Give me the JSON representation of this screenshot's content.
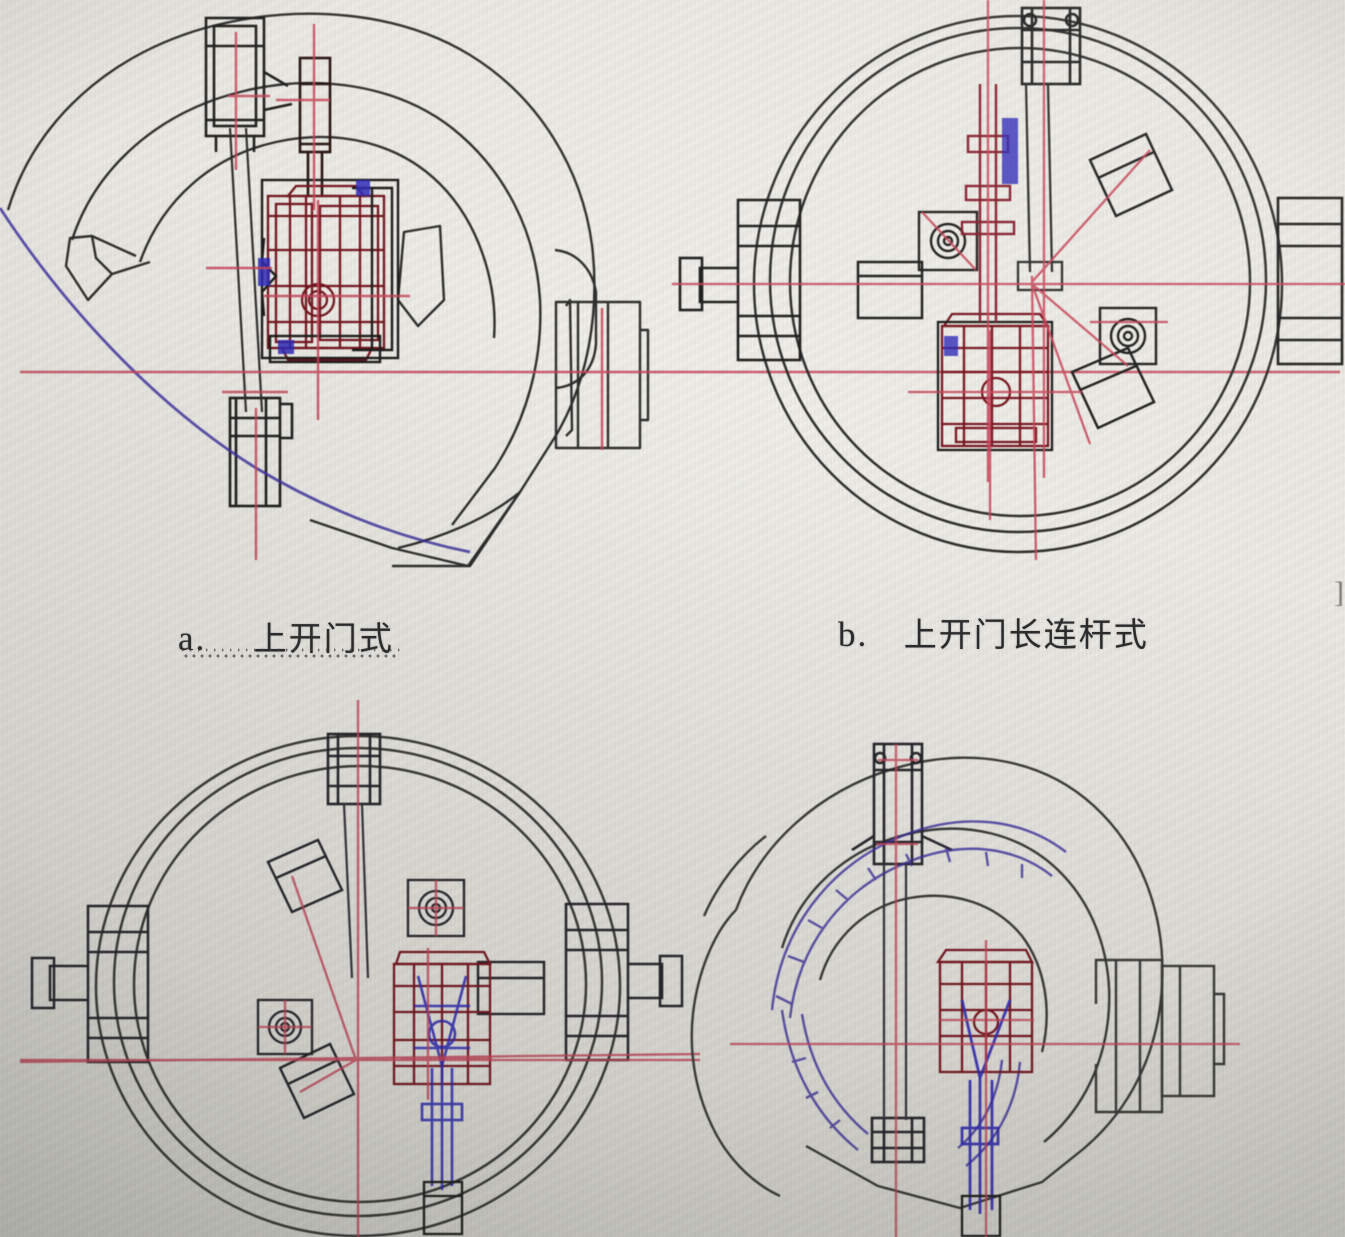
{
  "document": {
    "kind": "engineering-drawing-photo",
    "subject": "Pressure vessel door / quick-opening hatch mechanism — four CAD views",
    "background_color": "#eceae4",
    "line_color_main": "#2a2a2a",
    "line_color_centerline": "#c9455a",
    "line_color_mechanism": "#7a1520",
    "line_color_swing_arc": "#3b2fa0",
    "edge_partial_mark": "]"
  },
  "captions": [
    {
      "id": "a",
      "label": "a.",
      "text": "上开门式",
      "underline": "wavy"
    },
    {
      "id": "b",
      "label": "b.",
      "text": "上开门长连杆式",
      "underline": "none"
    }
  ],
  "views": [
    {
      "id": "view-a",
      "position": "top-left",
      "caption_ref": "a",
      "type": "side-section",
      "description": "Side sectional view of top-hinged door with short actuator, swing arc shown"
    },
    {
      "id": "view-b",
      "position": "top-right",
      "caption_ref": "b",
      "type": "front-elevation",
      "description": "Front elevation of circular door with long connecting rod, side lugs and lifting eyes"
    },
    {
      "id": "view-c",
      "position": "bottom-left",
      "caption_ref": null,
      "type": "front-elevation",
      "description": "Front elevation of circular door with bottom-mounted drive rod"
    },
    {
      "id": "view-d",
      "position": "bottom-right",
      "caption_ref": null,
      "type": "side-section",
      "description": "Side sectional view with long drive rod and door swing arc band"
    }
  ]
}
